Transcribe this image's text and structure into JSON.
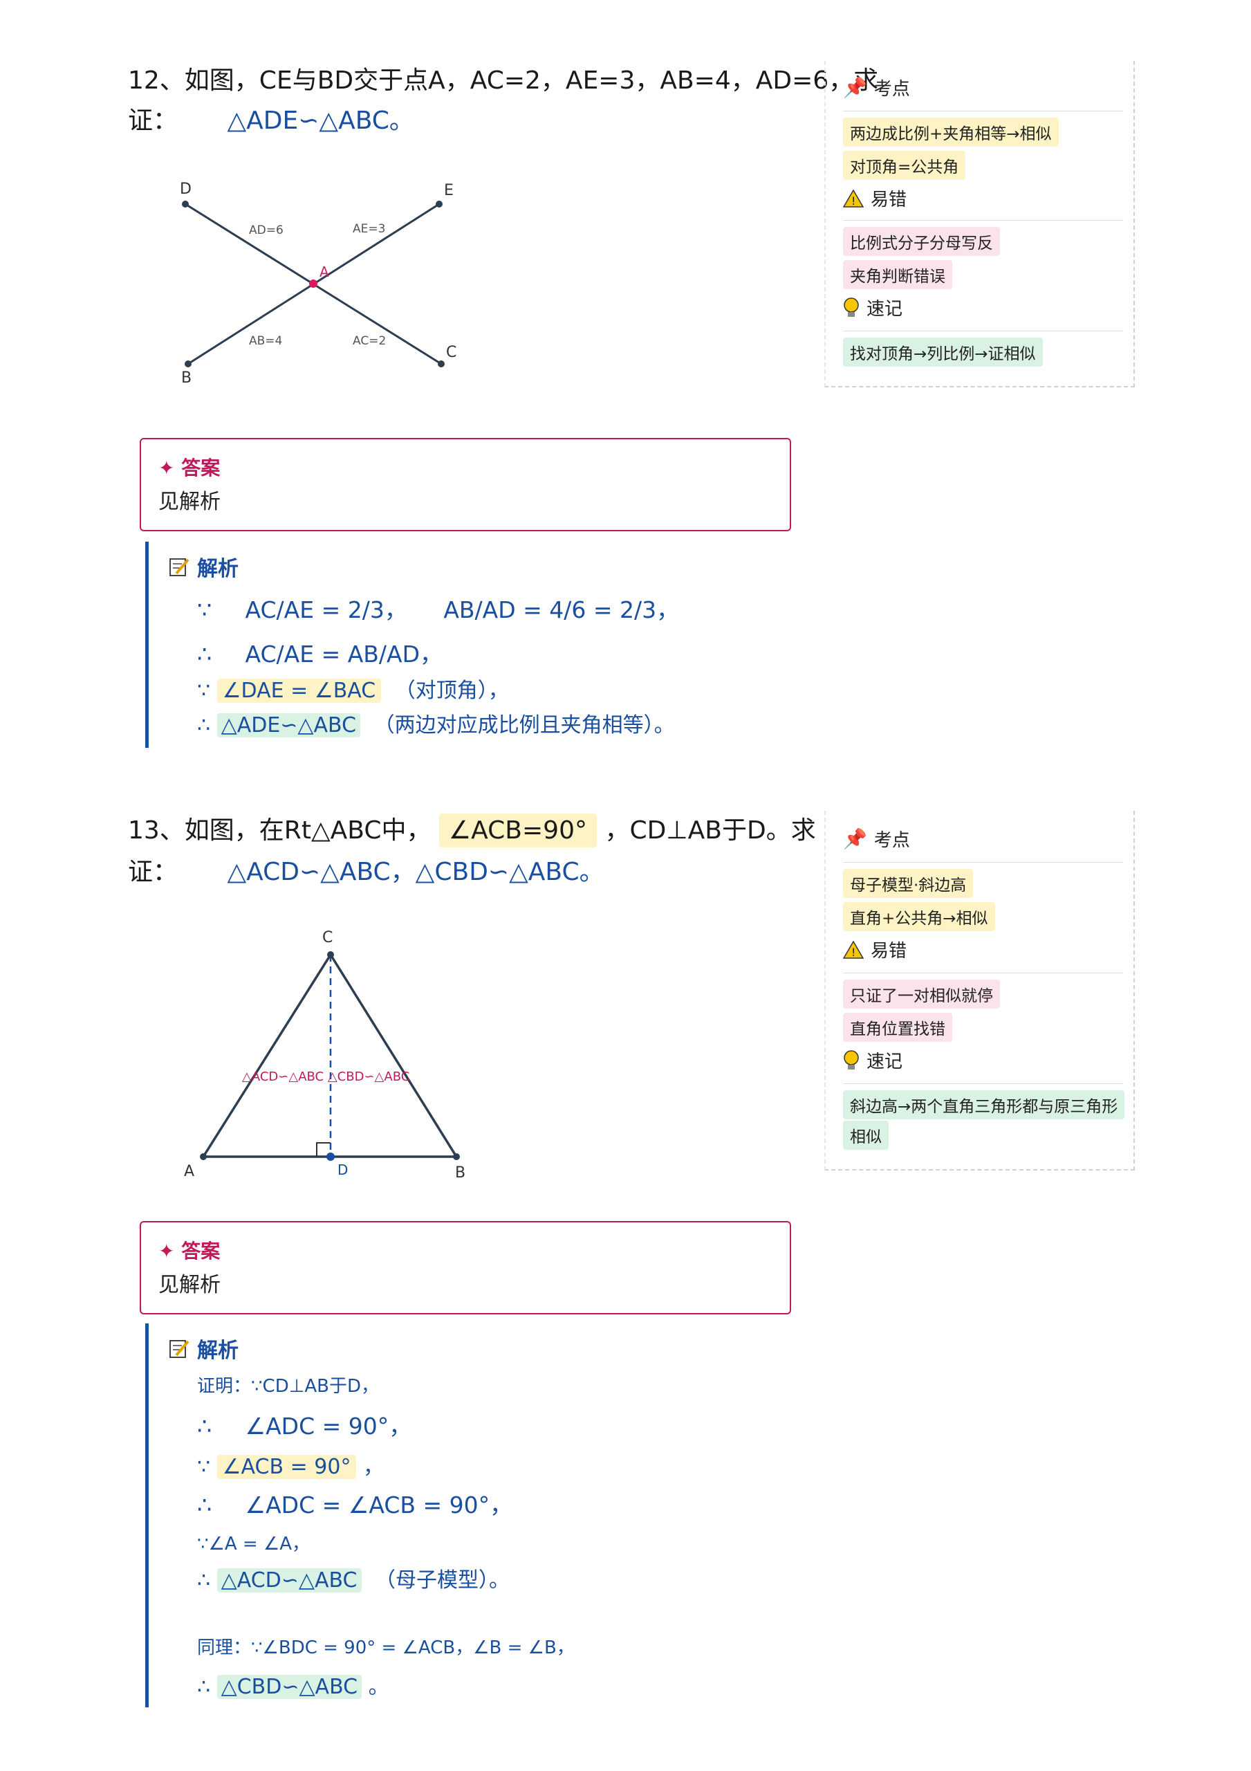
{
  "q12": {
    "line1": "12、如图，CE与BD交于点A，AC=2，AE=3，AB=4，AD=6，求",
    "line2_prefix": "证：",
    "line2_math": "△ADE∽△ABC。",
    "figure": {
      "points": {
        "D": "D",
        "E": "E",
        "A": "A",
        "B": "B",
        "C": "C"
      },
      "labels": {
        "ad": "AD=6",
        "ae": "AE=3",
        "ab": "AB=4",
        "ac": "AC=2"
      }
    },
    "answer_title": "答案",
    "answer_body": "见解析",
    "analysis_title": "解析",
    "analysis": {
      "l1_sym": "∵",
      "l1_a": "AC/AE = 2/3，",
      "l1_b": "AB/AD = 4/6 = 2/3，",
      "l2_sym": "∴",
      "l2": "AC/AE = AB/AD，",
      "l3_sym": "∵",
      "l3_hl": "∠DAE = ∠BAC",
      "l3_rest": "（对顶角），",
      "l4_sym": "∴",
      "l4_hl": "△ADE∽△ABC",
      "l4_rest": "（两边对应成比例且夹角相等）。"
    },
    "side": {
      "kaodian": "考点",
      "k1": "两边成比例+夹角相等→相似",
      "k2": "对顶角=公共角",
      "yicuo": "易错",
      "e1": "比例式分子分母写反",
      "e2": "夹角判断错误",
      "suji": "速记",
      "s1": "找对顶角→列比例→证相似"
    }
  },
  "q13": {
    "line1_a": "13、如图，在Rt△ABC中，",
    "line1_hl": "∠ACB=90°",
    "line1_b": "，CD⊥AB于D。求",
    "line2_prefix": "证：",
    "line2_math": "△ACD∽△ABC，△CBD∽△ABC。",
    "figure": {
      "points": {
        "C": "C",
        "A": "A",
        "B": "B",
        "D": "D"
      },
      "note": "△ACD∽△ABC △CBD∽△ABC"
    },
    "answer_title": "答案",
    "answer_body": "见解析",
    "analysis_title": "解析",
    "analysis": {
      "l1": "证明：∵CD⊥AB于D，",
      "l2_sym": "∴",
      "l2": "∠ADC = 90°，",
      "l3_sym": "∵",
      "l3_hl": "∠ACB = 90°",
      "l3_rest": "，",
      "l4_sym": "∴",
      "l4": "∠ADC = ∠ACB = 90°，",
      "l5": "∵∠A = ∠A，",
      "l6_sym": "∴",
      "l6_hl": "△ACD∽△ABC",
      "l6_rest": "（母子模型）。",
      "l7": "同理：∵∠BDC = 90° = ∠ACB，∠B = ∠B，",
      "l8_sym": "∴",
      "l8_hl": "△CBD∽△ABC",
      "l8_rest": "。"
    },
    "side": {
      "kaodian": "考点",
      "k1": "母子模型·斜边高",
      "k2": "直角+公共角→相似",
      "yicuo": "易错",
      "e1": "只证了一对相似就停",
      "e2": "直角位置找错",
      "suji": "速记",
      "s1_a": "斜边高→两个直角三角形都与原三角形",
      "s1_b": "相似"
    }
  }
}
